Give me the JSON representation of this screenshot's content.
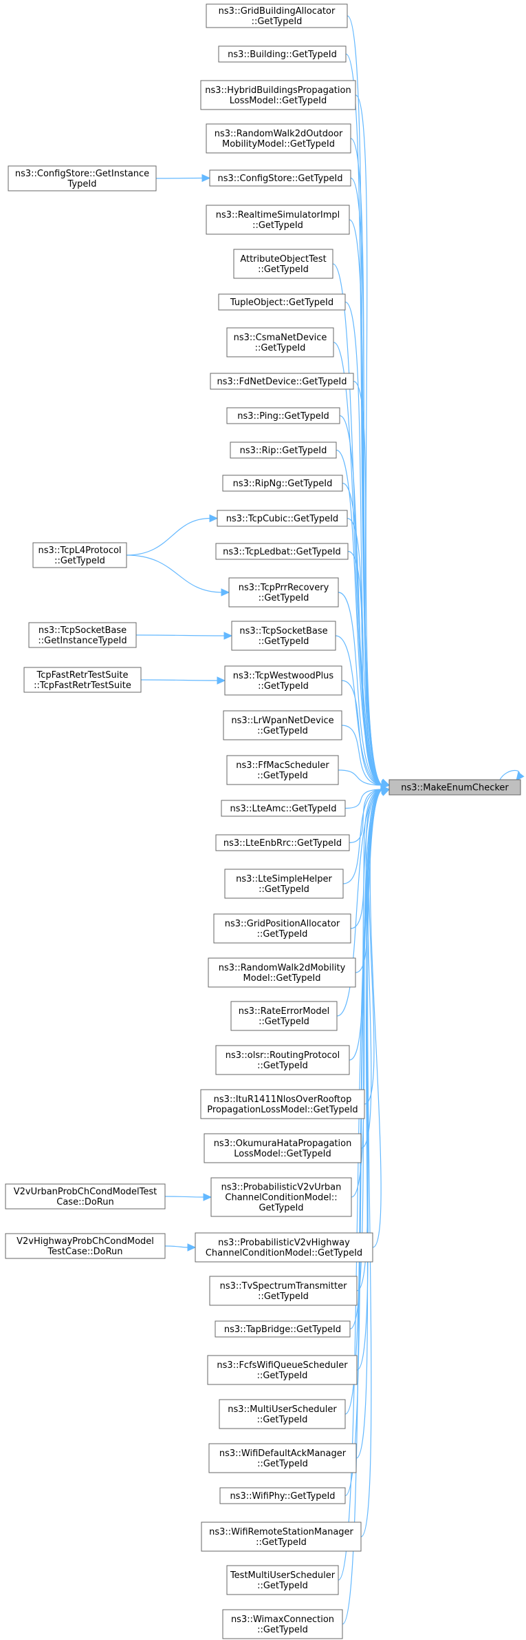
{
  "target": {
    "id": "make-enum-checker",
    "lines": [
      "ns3::MakeEnumChecker"
    ]
  },
  "callers": [
    {
      "id": "grid-building-allocator",
      "lines": [
        "ns3::GridBuildingAllocator",
        "::GetTypeId"
      ]
    },
    {
      "id": "building",
      "lines": [
        "ns3::Building::GetTypeId"
      ]
    },
    {
      "id": "hybrid-buildings",
      "lines": [
        "ns3::HybridBuildingsPropagation",
        "LossModel::GetTypeId"
      ]
    },
    {
      "id": "random-walk-2d-outdoor",
      "lines": [
        "ns3::RandomWalk2dOutdoor",
        "MobilityModel::GetTypeId"
      ]
    },
    {
      "id": "config-store",
      "lines": [
        "ns3::ConfigStore::GetTypeId"
      ]
    },
    {
      "id": "realtime-simulator",
      "lines": [
        "ns3::RealtimeSimulatorImpl",
        "::GetTypeId"
      ]
    },
    {
      "id": "attribute-object-test",
      "lines": [
        "AttributeObjectTest",
        "::GetTypeId"
      ]
    },
    {
      "id": "tuple-object",
      "lines": [
        "TupleObject::GetTypeId"
      ]
    },
    {
      "id": "csma-net-device",
      "lines": [
        "ns3::CsmaNetDevice",
        "::GetTypeId"
      ]
    },
    {
      "id": "fd-net-device",
      "lines": [
        "ns3::FdNetDevice::GetTypeId"
      ]
    },
    {
      "id": "ping",
      "lines": [
        "ns3::Ping::GetTypeId"
      ]
    },
    {
      "id": "rip",
      "lines": [
        "ns3::Rip::GetTypeId"
      ]
    },
    {
      "id": "rip-ng",
      "lines": [
        "ns3::RipNg::GetTypeId"
      ]
    },
    {
      "id": "tcp-cubic",
      "lines": [
        "ns3::TcpCubic::GetTypeId"
      ]
    },
    {
      "id": "tcp-ledbat",
      "lines": [
        "ns3::TcpLedbat::GetTypeId"
      ]
    },
    {
      "id": "tcp-prr-recovery",
      "lines": [
        "ns3::TcpPrrRecovery",
        "::GetTypeId"
      ]
    },
    {
      "id": "tcp-socket-base",
      "lines": [
        "ns3::TcpSocketBase",
        "::GetTypeId"
      ]
    },
    {
      "id": "tcp-westwood-plus",
      "lines": [
        "ns3::TcpWestwoodPlus",
        "::GetTypeId"
      ]
    },
    {
      "id": "lr-wpan-net-device",
      "lines": [
        "ns3::LrWpanNetDevice",
        "::GetTypeId"
      ]
    },
    {
      "id": "ff-mac-scheduler",
      "lines": [
        "ns3::FfMacScheduler",
        "::GetTypeId"
      ]
    },
    {
      "id": "lte-amc",
      "lines": [
        "ns3::LteAmc::GetTypeId"
      ]
    },
    {
      "id": "lte-enb-rrc",
      "lines": [
        "ns3::LteEnbRrc::GetTypeId"
      ]
    },
    {
      "id": "lte-simple-helper",
      "lines": [
        "ns3::LteSimpleHelper",
        "::GetTypeId"
      ]
    },
    {
      "id": "grid-position-allocator",
      "lines": [
        "ns3::GridPositionAllocator",
        "::GetTypeId"
      ]
    },
    {
      "id": "random-walk-2d-mobility",
      "lines": [
        "ns3::RandomWalk2dMobility",
        "Model::GetTypeId"
      ]
    },
    {
      "id": "rate-error-model",
      "lines": [
        "ns3::RateErrorModel",
        "::GetTypeId"
      ]
    },
    {
      "id": "olsr-routing-protocol",
      "lines": [
        "ns3::olsr::RoutingProtocol",
        "::GetTypeId"
      ]
    },
    {
      "id": "itu-r1411",
      "lines": [
        "ns3::ItuR1411NlosOverRooftop",
        "PropagationLossModel::GetTypeId"
      ]
    },
    {
      "id": "okumura-hata",
      "lines": [
        "ns3::OkumuraHataPropagation",
        "LossModel::GetTypeId"
      ]
    },
    {
      "id": "prob-v2v-urban",
      "lines": [
        "ns3::ProbabilisticV2vUrban",
        "ChannelConditionModel::",
        "GetTypeId"
      ]
    },
    {
      "id": "prob-v2v-highway",
      "lines": [
        "ns3::ProbabilisticV2vHighway",
        "ChannelConditionModel::GetTypeId"
      ]
    },
    {
      "id": "tv-spectrum-transmitter",
      "lines": [
        "ns3::TvSpectrumTransmitter",
        "::GetTypeId"
      ]
    },
    {
      "id": "tap-bridge",
      "lines": [
        "ns3::TapBridge::GetTypeId"
      ]
    },
    {
      "id": "fcfs-wifi-queue-scheduler",
      "lines": [
        "ns3::FcfsWifiQueueScheduler",
        "::GetTypeId"
      ]
    },
    {
      "id": "multi-user-scheduler",
      "lines": [
        "ns3::MultiUserScheduler",
        "::GetTypeId"
      ]
    },
    {
      "id": "wifi-default-ack-manager",
      "lines": [
        "ns3::WifiDefaultAckManager",
        "::GetTypeId"
      ]
    },
    {
      "id": "wifi-phy",
      "lines": [
        "ns3::WifiPhy::GetTypeId"
      ]
    },
    {
      "id": "wifi-remote-station-manager",
      "lines": [
        "ns3::WifiRemoteStationManager",
        "::GetTypeId"
      ]
    },
    {
      "id": "test-multi-user-scheduler",
      "lines": [
        "TestMultiUserScheduler",
        "::GetTypeId"
      ]
    },
    {
      "id": "wimax-connection",
      "lines": [
        "ns3::WimaxConnection",
        "::GetTypeId"
      ]
    }
  ],
  "secondary": [
    {
      "id": "config-store-get-instance",
      "lines": [
        "ns3::ConfigStore::GetInstance",
        "TypeId"
      ],
      "to": "config-store"
    },
    {
      "id": "tcp-l4-protocol",
      "lines": [
        "ns3::TcpL4Protocol",
        "::GetTypeId"
      ],
      "to": [
        "tcp-cubic",
        "tcp-prr-recovery"
      ]
    },
    {
      "id": "tcp-socket-base-instance",
      "lines": [
        "ns3::TcpSocketBase",
        "::GetInstanceTypeId"
      ],
      "to": "tcp-socket-base"
    },
    {
      "id": "tcp-fast-retr-test-suite",
      "lines": [
        "TcpFastRetrTestSuite",
        "::TcpFastRetrTestSuite"
      ],
      "to": "tcp-westwood-plus"
    },
    {
      "id": "v2v-urban-test-case",
      "lines": [
        "V2vUrbanProbChCondModelTest",
        "Case::DoRun"
      ],
      "to": "prob-v2v-urban"
    },
    {
      "id": "v2v-highway-test-case",
      "lines": [
        "V2vHighwayProbChCondModel",
        "TestCase::DoRun"
      ],
      "to": "prob-v2v-highway"
    }
  ]
}
